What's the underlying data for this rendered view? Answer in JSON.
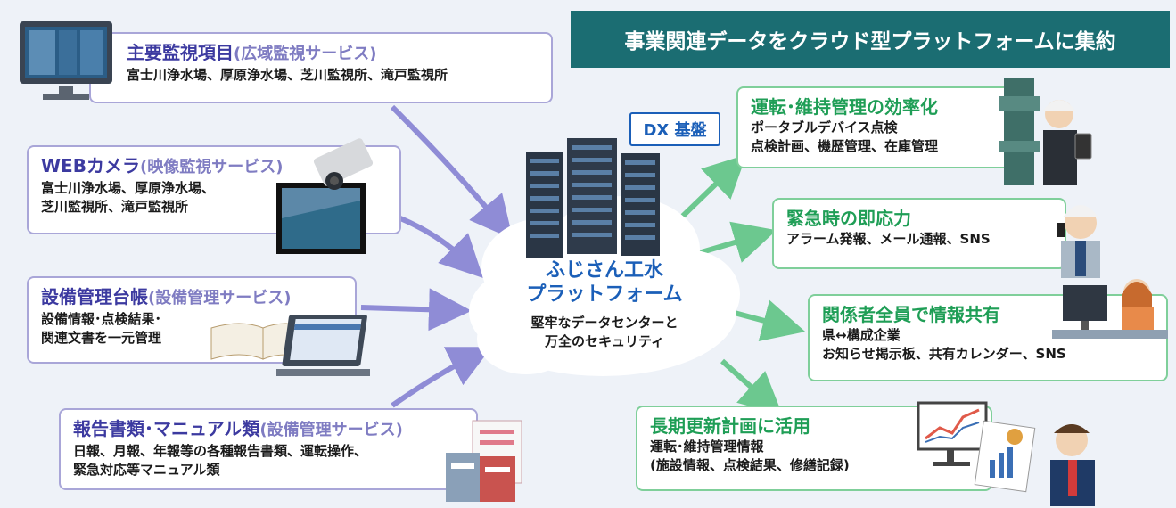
{
  "banner": {
    "title": "事業関連データをクラウド型プラットフォームに集約"
  },
  "dx_badge": "DX 基盤",
  "platform": {
    "name_line1": "ふじさん工水",
    "name_line2": "プラットフォーム",
    "desc_line1": "堅牢なデータセンターと",
    "desc_line2": "万全のセキュリティ"
  },
  "left_cards": [
    {
      "title": "主要監視項目",
      "subtitle": "(広域監視サービス)",
      "lines": [
        "富士川浄水場、厚原浄水場、芝川監視所、滝戸監視所"
      ]
    },
    {
      "title": "WEBカメラ",
      "subtitle": "(映像監視サービス)",
      "lines": [
        "富士川浄水場、厚原浄水場、",
        "芝川監視所、滝戸監視所"
      ]
    },
    {
      "title": "設備管理台帳",
      "subtitle": "(設備管理サービス)",
      "lines": [
        "設備情報･点検結果･",
        "関連文書を一元管理"
      ]
    },
    {
      "title": "報告書類･マニュアル類",
      "subtitle": "(設備管理サービス)",
      "lines": [
        "日報、月報、年報等の各種報告書類、運転操作、",
        "緊急対応等マニュアル類"
      ]
    }
  ],
  "right_cards": [
    {
      "title": "運転･維持管理の効率化",
      "lines": [
        "ポータブルデバイス点検",
        "点検計画、機歴管理、在庫管理"
      ]
    },
    {
      "title": "緊急時の即応力",
      "lines": [
        "アラーム発報、メール通報、SNS"
      ]
    },
    {
      "title": "関係者全員で情報共有",
      "lines": [
        "県↔構成企業",
        "お知らせ掲示板、共有カレンダー、SNS"
      ]
    },
    {
      "title": "長期更新計画に活用",
      "lines": [
        "運転･維持管理情報",
        "(施設情報、点検結果、修繕記録)"
      ]
    }
  ],
  "colors": {
    "banner_bg": "#1b6d72",
    "left_accent": "#3c3aa0",
    "right_accent": "#1f9e56",
    "platform_blue": "#1b5fb8",
    "left_arrow": "#8f8cd6",
    "right_arrow": "#6cc88f"
  }
}
